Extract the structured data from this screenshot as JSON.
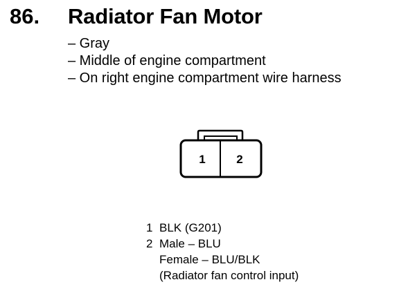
{
  "heading": {
    "number": "86.",
    "title": "Radiator Fan Motor"
  },
  "description": [
    "– Gray",
    "– Middle of engine compartment",
    "– On right engine compartment wire harness"
  ],
  "connector": {
    "terminal_labels": [
      "1",
      "2"
    ]
  },
  "pins": [
    {
      "number": "1",
      "lines": [
        "BLK (G201)"
      ]
    },
    {
      "number": "2",
      "lines": [
        "Male – BLU",
        "Female – BLU/BLK",
        "(Radiator fan control input)"
      ]
    }
  ]
}
